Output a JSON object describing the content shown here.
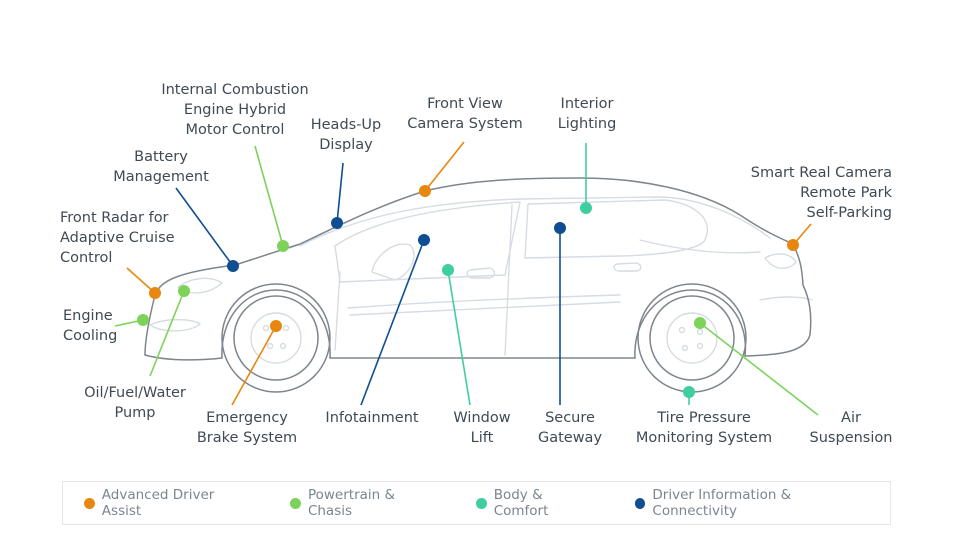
{
  "categories": [
    {
      "id": "ada",
      "name": "Advanced Driver Assist",
      "color": "#e8870f"
    },
    {
      "id": "pt",
      "name": "Powertrain & Chasis",
      "color": "#7dd35a"
    },
    {
      "id": "bc",
      "name": "Body & Comfort",
      "color": "#3fcf9f"
    },
    {
      "id": "dic",
      "name": "Driver Information & Connectivity",
      "color": "#0f4f91"
    }
  ],
  "labels": {
    "ice": [
      "Internal Combustion",
      "Engine Hybrid",
      "Motor Control"
    ],
    "hud": [
      "Heads-Up",
      "Display"
    ],
    "fvc": [
      "Front View",
      "Camera System"
    ],
    "il": [
      "Interior",
      "Lighting"
    ],
    "bm": [
      "Battery",
      "Management"
    ],
    "fr": [
      "Front Radar for",
      "Adaptive Cruise",
      "Control"
    ],
    "src": [
      "Smart Real Camera",
      "Remote Park",
      "Self-Parking"
    ],
    "ec": [
      "Engine",
      "Cooling"
    ],
    "ofw": [
      "Oil/Fuel/Water",
      "Pump"
    ],
    "ebs": [
      "Emergency",
      "Brake System"
    ],
    "inf": [
      "Infotainment"
    ],
    "wl": [
      "Window",
      "Lift"
    ],
    "sg": [
      "Secure",
      "Gateway"
    ],
    "tpms": [
      "Tire Pressure",
      "Monitoring System"
    ],
    "as": [
      "Air",
      "Suspension"
    ]
  }
}
